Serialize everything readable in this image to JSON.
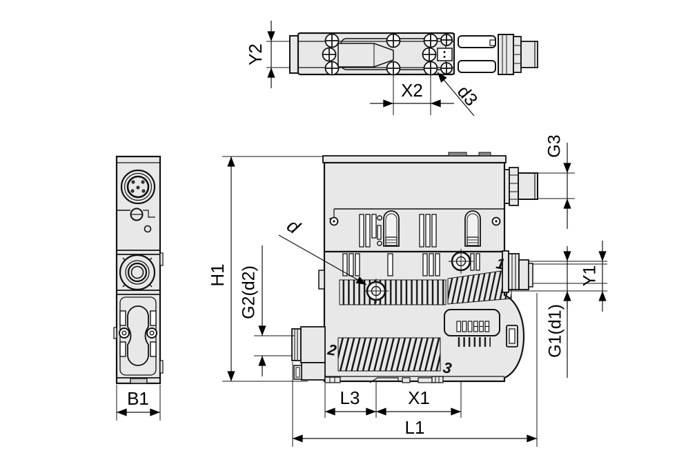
{
  "drawing": {
    "kind": "technical-dimension-drawing",
    "colors": {
      "line": "#000000",
      "body_fill": "#e8e8e8",
      "recess_fill": "#f5f5f5",
      "background": "#ffffff"
    },
    "top_view": {
      "dimensions": {
        "y2": "Y2",
        "x2": "X2",
        "d3": "d3"
      }
    },
    "side_view": {
      "dimensions": {
        "b1": "B1"
      }
    },
    "front_view": {
      "dimensions": {
        "h1": "H1",
        "g2d2": "G2(d2)",
        "d": "d",
        "g3": "G3",
        "y1": "Y1",
        "g1d1": "G1(d1)",
        "l3": "L3",
        "x1": "X1",
        "l1": "L1"
      },
      "port_labels": {
        "port1": "1",
        "port2": "2",
        "port3": "3"
      }
    }
  }
}
